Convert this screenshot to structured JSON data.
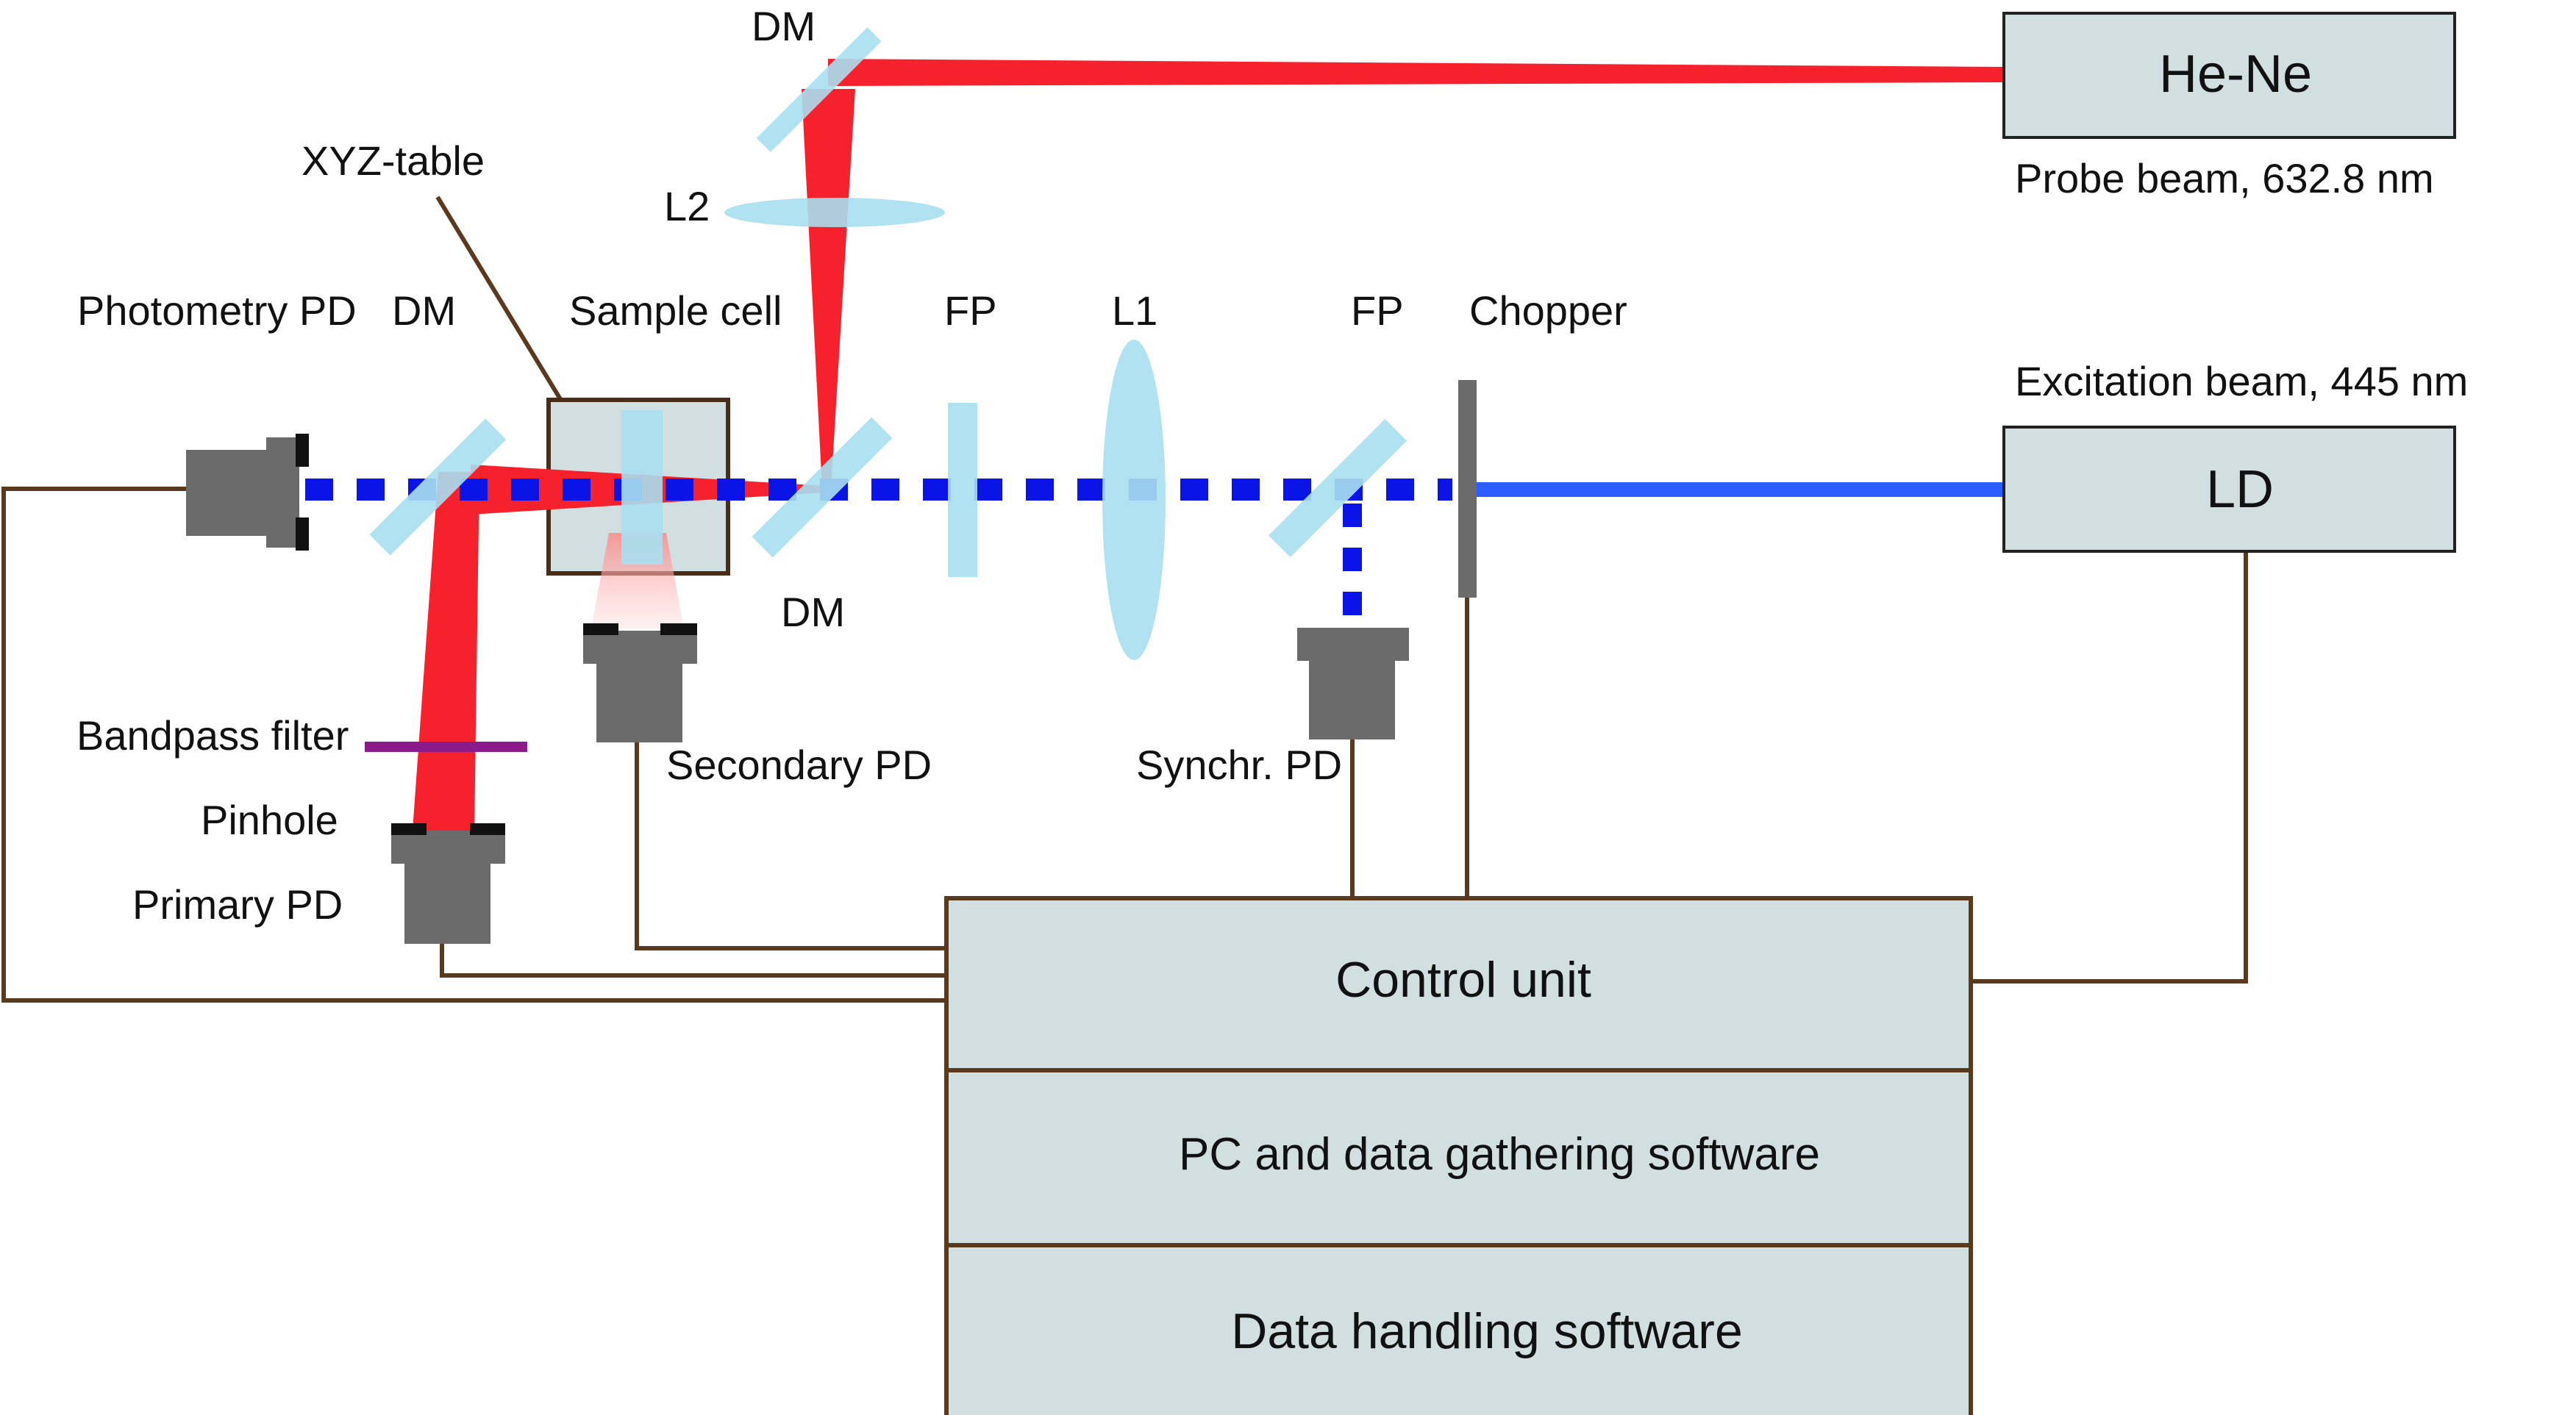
{
  "sources": {
    "hene": "He-Ne",
    "probe_beam": "Probe beam, 632.8 nm",
    "ld": "LD",
    "excitation_beam": "Excitation beam, 445 nm"
  },
  "labels": {
    "dm_top": "DM",
    "l2": "L2",
    "xyz_table": "XYZ-table",
    "photometry_pd": "Photometry PD",
    "dm_left": "DM",
    "sample_cell": "Sample cell",
    "fp_left": "FP",
    "l1": "L1",
    "fp_right": "FP",
    "chopper": "Chopper",
    "dm_center": "DM",
    "bandpass_filter": "Bandpass filter",
    "pinhole": "Pinhole",
    "primary_pd": "Primary PD",
    "secondary_pd": "Secondary PD",
    "synchr_pd": "Synchr. PD"
  },
  "stack": {
    "control_unit": "Control unit",
    "pc_software": "PC and data gathering software",
    "data_handling": "Data handling software"
  },
  "colors": {
    "probe_red": "#f5222d",
    "excitation_blue": "#2a5cff",
    "dashed_blue": "#0a14e6",
    "optics": "#a9dff0",
    "box_fill": "#d2dfe1",
    "wire": "#5a3a1e",
    "filter_purple": "#8b1a8b"
  }
}
